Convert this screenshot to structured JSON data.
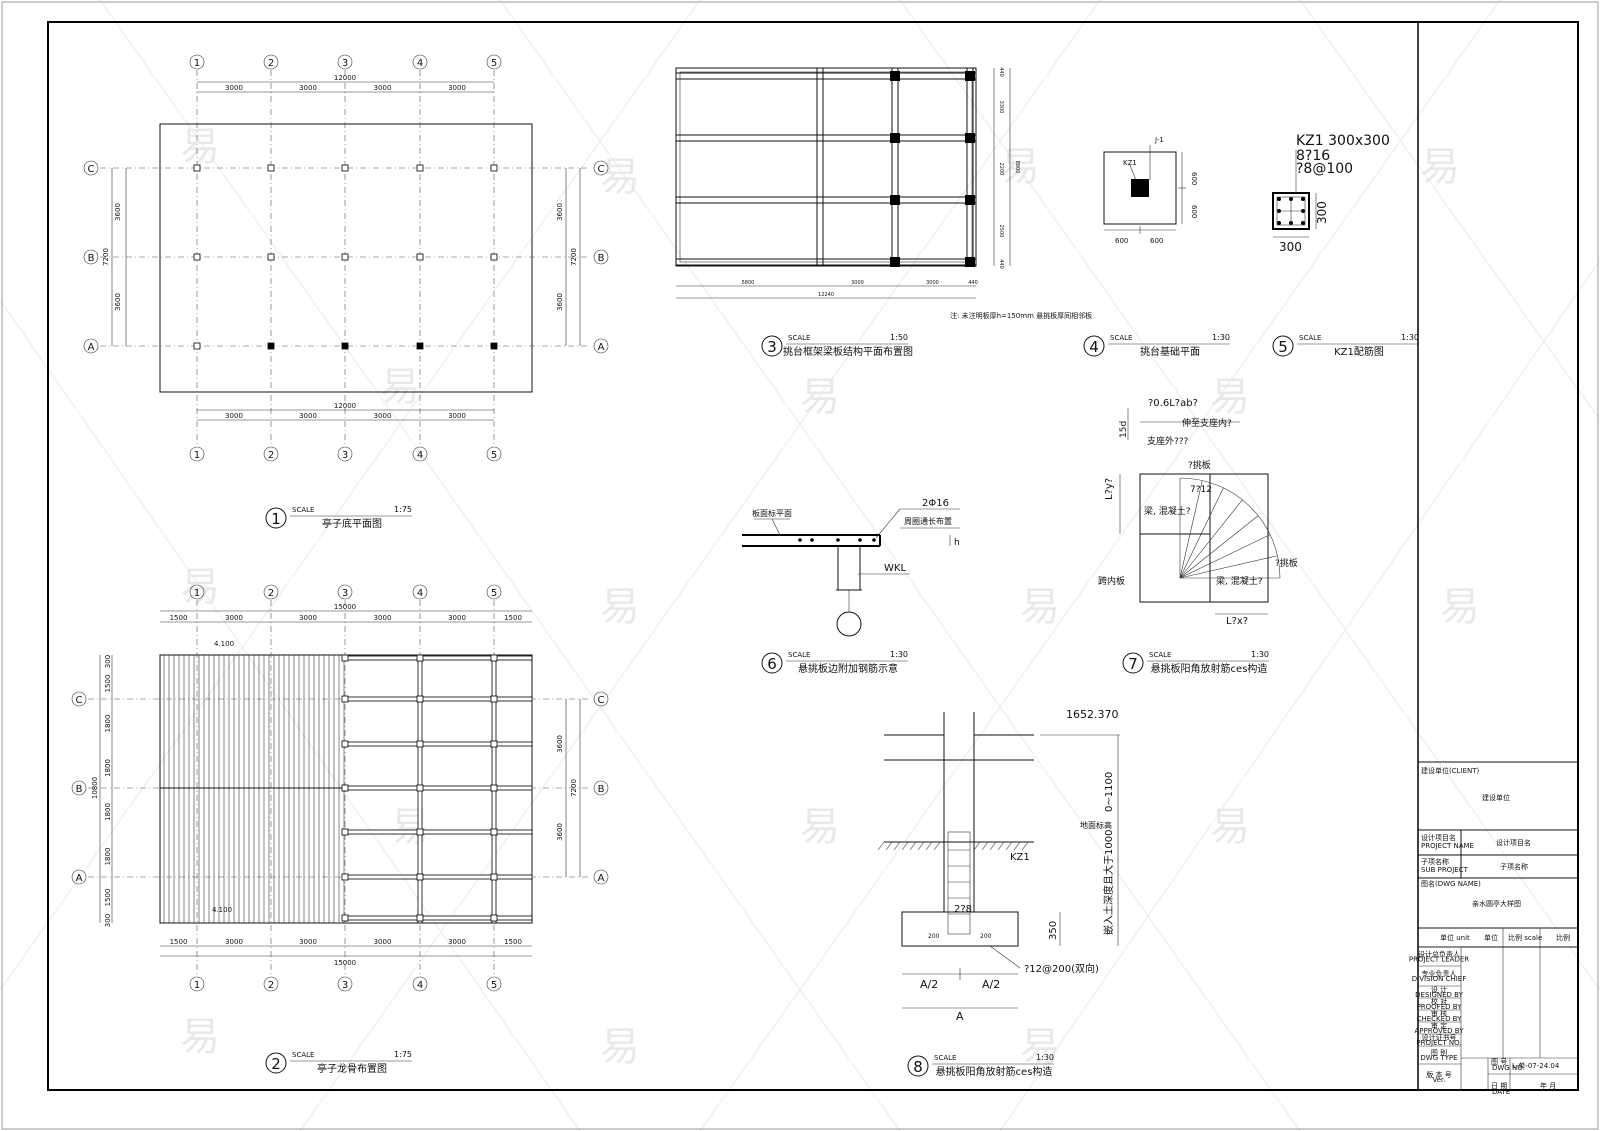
{
  "drawings": [
    {
      "num": "1",
      "scale_label": "SCALE",
      "scale": "1:75",
      "title": "亭子底平面图"
    },
    {
      "num": "2",
      "scale_label": "SCALE",
      "scale": "1:75",
      "title": "亭子龙骨布置图"
    },
    {
      "num": "3",
      "scale_label": "SCALE",
      "scale": "1:50",
      "title": "挑台框架梁板结构平面布置图"
    },
    {
      "num": "4",
      "scale_label": "SCALE",
      "scale": "1:30",
      "title": "挑台基础平面"
    },
    {
      "num": "5",
      "scale_label": "SCALE",
      "scale": "1:30",
      "title": "KZ1配筋图"
    },
    {
      "num": "6",
      "scale_label": "SCALE",
      "scale": "1:30",
      "title": "悬挑板边附加钢筋示意"
    },
    {
      "num": "7",
      "scale_label": "SCALE",
      "scale": "1:30",
      "title": "悬挑板阳角放射筋ces构造"
    },
    {
      "num": "8",
      "scale_label": "SCALE",
      "scale": "1:30",
      "title": "悬挑板阳角放射筋ces构造"
    }
  ],
  "axes": {
    "cols": [
      "1",
      "2",
      "3",
      "4",
      "5"
    ],
    "rows": [
      "C",
      "B",
      "A"
    ]
  },
  "plan1": {
    "spans": [
      "3000",
      "3000",
      "3000",
      "3000"
    ],
    "total": "12000",
    "row_dims_left": [
      "3600",
      "3600"
    ],
    "row_total": "7200"
  },
  "plan2": {
    "spans": [
      "1500",
      "3000",
      "3000",
      "3000",
      "3000",
      "1500"
    ],
    "total": "15000",
    "left_dims": [
      "300",
      "1500",
      "1800",
      "1800",
      "1800",
      "1800",
      "1500",
      "300"
    ],
    "left_total": "10800",
    "right_dims": [
      "3600",
      "3600"
    ],
    "right_total": "7200",
    "elev_top": "4.100",
    "elev_bottom": "4.100"
  },
  "plan3": {
    "bottom_dims": [
      "5800",
      "3000",
      "3000",
      "440"
    ],
    "bottom_total": "12240",
    "right_dims": [
      "440",
      "3300",
      "2200",
      "2500",
      "440"
    ],
    "right_total": "8800",
    "note": "注: 未注明板厚h=150mm 悬挑板厚同相邻板"
  },
  "detail4": {
    "label_j": "J-1",
    "label_kz": "KZ1",
    "dims_x": [
      "600",
      "600"
    ],
    "dims_y": [
      "600",
      "600"
    ]
  },
  "detail5": {
    "title_line1": "KZ1 300x300",
    "title_line2": "8?16",
    "title_line3": "?8@100",
    "dim_w": "300",
    "dim_h": "300"
  },
  "detail6": {
    "label_top_left": "板面标平面",
    "label_bar": "2Φ16",
    "label_bar2": "周圈通长布置",
    "label_h": "h",
    "label_wkl": "WKL"
  },
  "detail7": {
    "l1": "?0.6L?ab?",
    "l2": "伸至支座内?",
    "l3": "支座外???",
    "l4": "?挑板",
    "l5": "7?12",
    "l6": "梁, 混凝土?",
    "l7": "?挑板",
    "l8": "跨内板",
    "l9": "梁, 混凝土?",
    "l10": "L?x?",
    "l11": "L?y?",
    "l12": "15d"
  },
  "detail8": {
    "elev": "1652.370",
    "dim_upper": "0~1100",
    "label_ground": "地面标高",
    "label_kz": "KZ1",
    "dim_lower": "嵌入土深度且大于1000",
    "label_228": "2?8",
    "dim_350": "350",
    "dim_200a": "200",
    "dim_200b": "200",
    "rebar": "?12@200(双向)",
    "a_half1": "A/2",
    "a_half2": "A/2",
    "a": "A"
  },
  "title_block": {
    "client_label": "建设单位(CLIENT)",
    "client_value": "建设单位",
    "project_label": "设计项目名",
    "project_label_en": "PROJECT NAME",
    "project_value": "设计项目名",
    "sub_label": "子项名称",
    "sub_label_en": "SUB PROJECT",
    "sub_value": "子项名称",
    "drawing_name_label": "图名(DWG NAME)",
    "drawing_name_value": "亲水圆亭大样图",
    "unit_label": "单位 unit",
    "unit_value": "单位",
    "scale_label": "比例 scale",
    "scale_value": "比例",
    "roles": [
      {
        "cn": "设计总负责人",
        "en": "PROJECT LEADER"
      },
      {
        "cn": "专业负责人",
        "en": "DIVISION CHIEF"
      },
      {
        "cn": "设 计",
        "en": "DESIGNED BY"
      },
      {
        "cn": "校 对",
        "en": "PROOFED BY"
      },
      {
        "cn": "审 核",
        "en": "CHECKED BY"
      },
      {
        "cn": "审 定",
        "en": "APPROVED BY"
      },
      {
        "cn": "设计证书号",
        "en": "PROJECT NO."
      },
      {
        "cn": "图 别",
        "en": "DWG TYPE"
      },
      {
        "cn": "版 本 号",
        "en": "Ver."
      }
    ],
    "dwg_no_label": "图 号",
    "dwg_no_label_en": "DWG NO.",
    "dwg_no_value": "L-单-07-24.04",
    "date_label": "日 期",
    "date_label_en": "DATE",
    "date_value": "年 月"
  }
}
